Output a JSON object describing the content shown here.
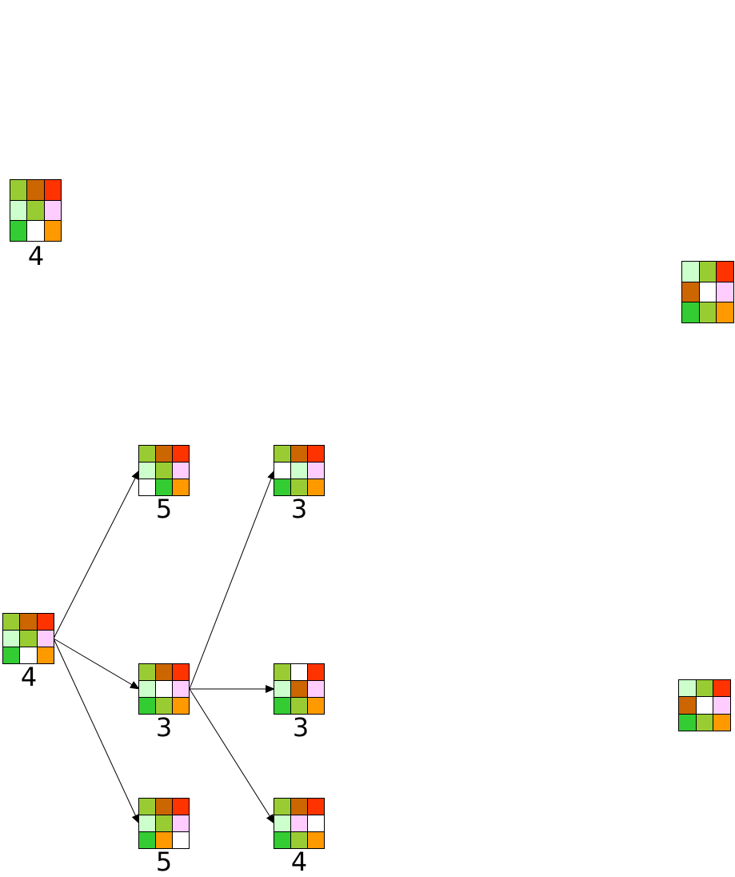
{
  "colors": {
    "olive": "#99CC33",
    "brown": "#CC6600",
    "red": "#FF3300",
    "mint": "#CCFFCC",
    "pink": "#FFCCFF",
    "green": "#33CC33",
    "blank": "#FFFFFF",
    "orange": "#FF9900"
  },
  "boards": {
    "start": {
      "cells": [
        "olive",
        "brown",
        "red",
        "mint",
        "olive",
        "pink",
        "green",
        "blank",
        "orange"
      ],
      "label": "4"
    },
    "goal": {
      "cells": [
        "mint",
        "olive",
        "red",
        "brown",
        "blank",
        "pink",
        "green",
        "olive",
        "orange"
      ],
      "label": ""
    },
    "goal_small": {
      "cells": [
        "mint",
        "olive",
        "red",
        "brown",
        "blank",
        "pink",
        "green",
        "olive",
        "orange"
      ],
      "label": ""
    },
    "root": {
      "cells": [
        "olive",
        "brown",
        "red",
        "mint",
        "olive",
        "pink",
        "green",
        "blank",
        "orange"
      ],
      "label": "4"
    },
    "child_top": {
      "cells": [
        "olive",
        "brown",
        "red",
        "mint",
        "olive",
        "pink",
        "blank",
        "green",
        "orange"
      ],
      "label": "5"
    },
    "child_mid": {
      "cells": [
        "olive",
        "brown",
        "red",
        "mint",
        "blank",
        "pink",
        "green",
        "olive",
        "orange"
      ],
      "label": "3"
    },
    "child_bot": {
      "cells": [
        "olive",
        "brown",
        "red",
        "mint",
        "olive",
        "pink",
        "green",
        "orange",
        "blank"
      ],
      "label": "5"
    },
    "gc_top": {
      "cells": [
        "olive",
        "brown",
        "red",
        "blank",
        "mint",
        "pink",
        "green",
        "olive",
        "orange"
      ],
      "label": "3"
    },
    "gc_mid": {
      "cells": [
        "olive",
        "blank",
        "red",
        "mint",
        "brown",
        "pink",
        "green",
        "olive",
        "orange"
      ],
      "label": "3"
    },
    "gc_bot": {
      "cells": [
        "olive",
        "brown",
        "red",
        "mint",
        "pink",
        "blank",
        "green",
        "olive",
        "orange"
      ],
      "label": "4"
    }
  }
}
